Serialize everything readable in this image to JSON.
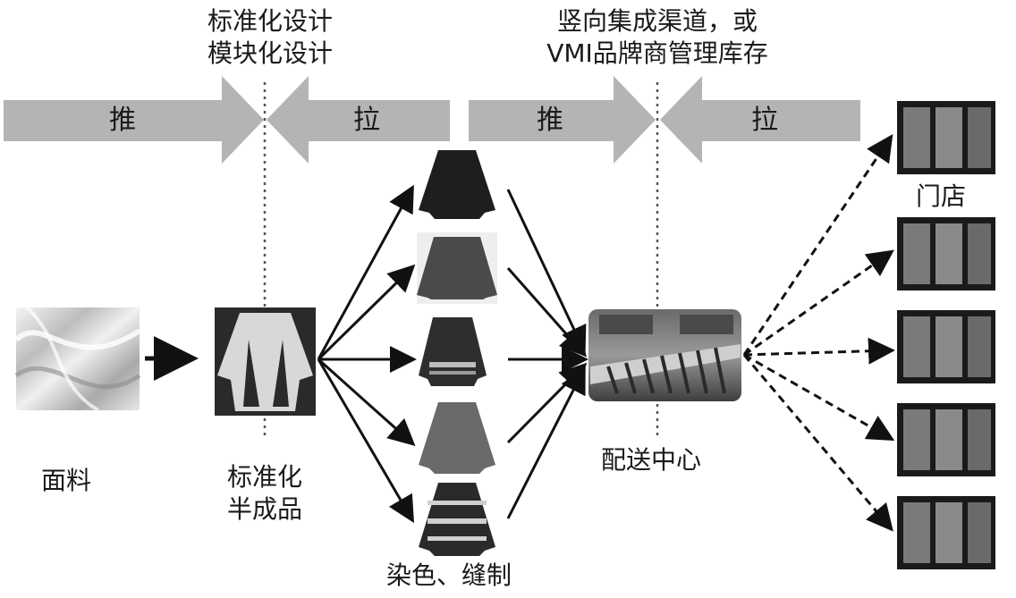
{
  "top_labels": {
    "design_line1": "标准化设计",
    "design_line2": "模块化设计",
    "channel_line1": "竖向集成渠道，或",
    "channel_line2": "VMI品牌商管理库存"
  },
  "band_labels": {
    "push_1": "推",
    "pull_1": "拉",
    "push_2": "推",
    "pull_2": "拉"
  },
  "nodes": {
    "fabric": "面料",
    "semi_line1": "标准化",
    "semi_line2": "半成品",
    "dyeing": "染色、缝制",
    "dc": "配送中心",
    "stores": "门店"
  },
  "colors": {
    "band": "#b4b4b4",
    "arrow": "#111111",
    "dotted": "#555555"
  }
}
